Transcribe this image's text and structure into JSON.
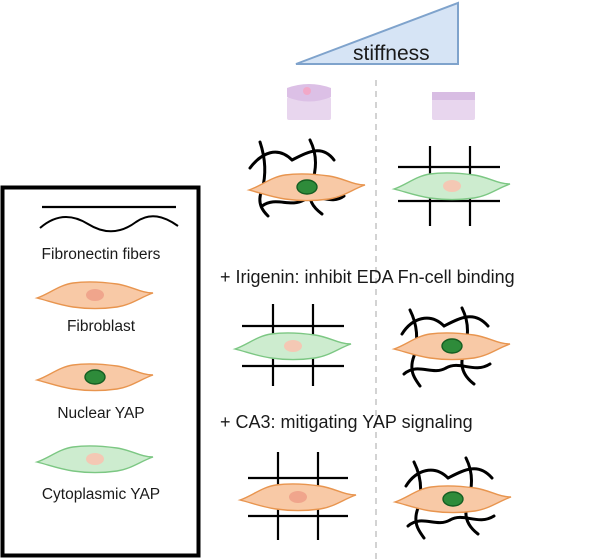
{
  "header": {
    "stiffness_label": "stiffness"
  },
  "legend": {
    "items": [
      {
        "label": "Fibronectin fibers",
        "icon": "fibronectin-fibers-icon"
      },
      {
        "label": "Fibroblast",
        "icon": "fibroblast-icon"
      },
      {
        "label": "Nuclear YAP",
        "icon": "nuclear-yap-cell-icon"
      },
      {
        "label": "Cytoplasmic YAP",
        "icon": "cytoplasmic-yap-cell-icon"
      }
    ]
  },
  "conditions": [
    {
      "label": "+ Irigenin: inhibit EDA Fn-cell binding"
    },
    {
      "label": "+ CA3: mitigating YAP signaling"
    }
  ],
  "colors": {
    "fibroblast_fill": "#f8c9a6",
    "fibroblast_stroke": "#e8954f",
    "fibroblast_nucleus": "#f0a58c",
    "yap_nucleus_fill": "#2e8b3a",
    "yap_nucleus_stroke": "#155e22",
    "cyto_fill": "#cdeccf",
    "cyto_stroke": "#7cc783",
    "cyto_nucleus": "#f4c8b4",
    "triangle_fill": "#d6e4f5",
    "triangle_stroke": "#7fa3cc",
    "tissue_fill": "#e2cbe8",
    "legend_border": "#000000"
  }
}
